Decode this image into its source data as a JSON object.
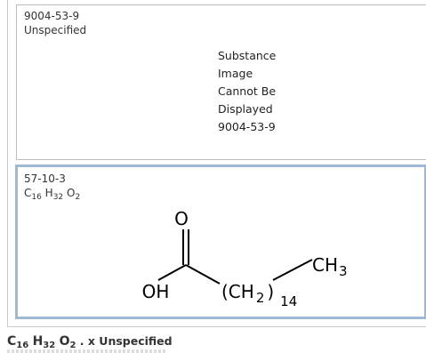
{
  "cards": [
    {
      "cas": "9004-53-9",
      "subtitle": "Unspecified",
      "placeholder_lines": [
        "Substance",
        "Image",
        "Cannot Be",
        "Displayed",
        "9004-53-9"
      ]
    },
    {
      "cas": "57-10-3",
      "formula": {
        "c": "C",
        "c_n": "16",
        "h": "H",
        "h_n": "32",
        "o": "O",
        "o_n": "2"
      },
      "structure": {
        "oxygen": "O",
        "oh": "OH",
        "chain_open": "(CH",
        "chain_sub": "2",
        "chain_close": ")",
        "chain_count": "14",
        "methyl": "CH",
        "methyl_sub": "3"
      }
    }
  ],
  "caption": {
    "c": "C",
    "c_n": "16",
    "h": "H",
    "h_n": "32",
    "o": "O",
    "o_n": "2",
    "suffix": ". x Unspecified"
  }
}
